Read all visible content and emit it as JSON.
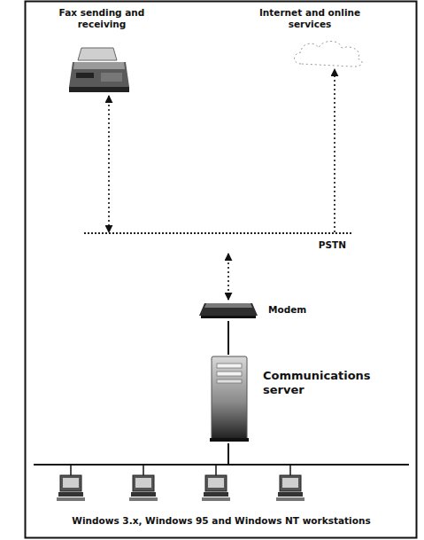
{
  "diagram": {
    "nodes": [
      {
        "text": [
          "Fax sending and receiving"
        ]
      },
      {
        "text": [
          "Internet and online services"
        ]
      },
      {
        "text": [
          "PSTN"
        ]
      },
      {
        "text": [
          "Modem"
        ]
      },
      {
        "text": [
          "Communications server"
        ]
      },
      {
        "text": [
          "Windows 3.x, Windows 95 and Windows NT workstations"
        ]
      }
    ],
    "edges": [
      {
        "from": 0,
        "to": 2,
        "arrow": "both"
      },
      {
        "from": 2,
        "to": 1,
        "arrow": "to"
      },
      {
        "from": 3,
        "to": 2,
        "arrow": "both"
      },
      {
        "from": 3,
        "to": 4,
        "arrow": "none"
      },
      {
        "from": 4,
        "to": 5,
        "arrow": "none"
      }
    ]
  }
}
